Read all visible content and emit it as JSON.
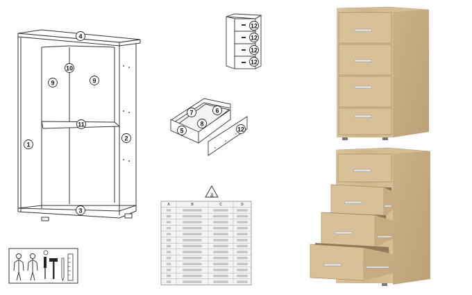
{
  "cabinet": {
    "parts": [
      {
        "label": "1"
      },
      {
        "label": "2"
      },
      {
        "label": "3"
      },
      {
        "label": "4"
      },
      {
        "label": "9"
      },
      {
        "label": "9"
      },
      {
        "label": "10"
      },
      {
        "label": "11"
      }
    ]
  },
  "small_chest": {
    "drawer_labels": [
      "12",
      "12",
      "12",
      "12"
    ]
  },
  "drawer_box": {
    "parts": [
      {
        "label": "5"
      },
      {
        "label": "6"
      },
      {
        "label": "7"
      },
      {
        "label": "8"
      },
      {
        "label": "12"
      }
    ]
  },
  "parts_table": {
    "icon_label": "ʓʅ",
    "headers": [
      "A",
      "B",
      "C",
      "D"
    ],
    "row_count": 13
  },
  "colors": {
    "wood": "#cfb58c",
    "wood_dark": "#b89b70",
    "wood_front": "#d8c199",
    "line": "#333333",
    "handle": "#c9c9c9"
  }
}
